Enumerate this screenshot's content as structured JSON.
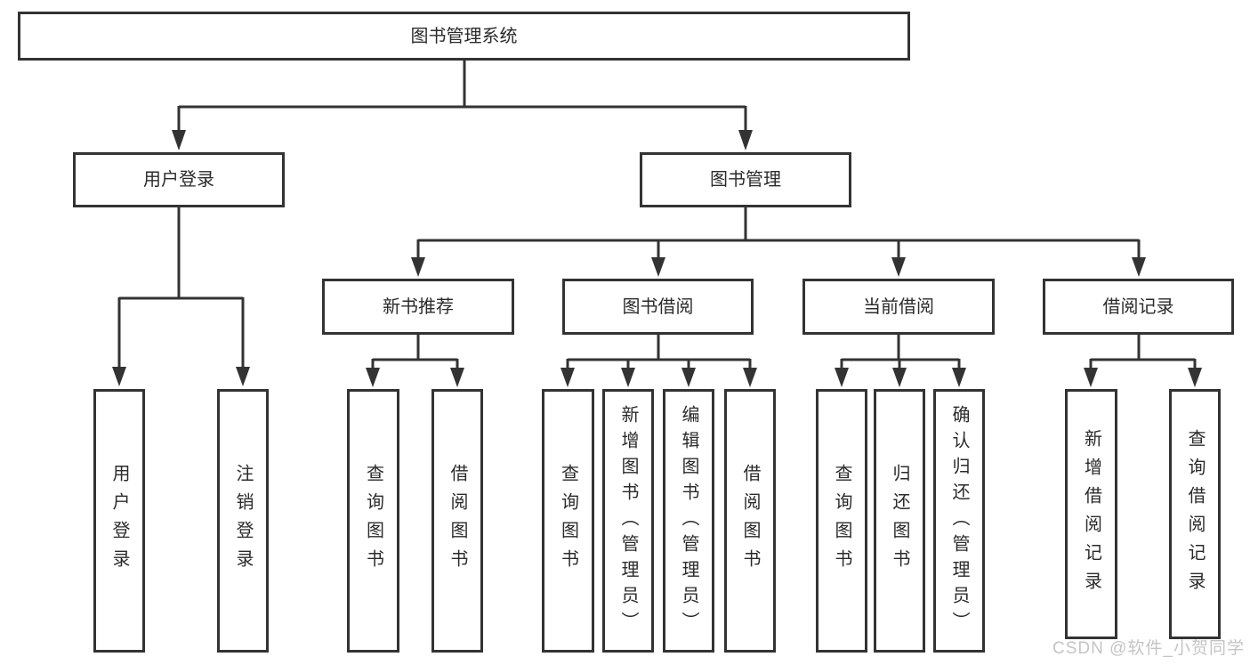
{
  "tree": {
    "root": {
      "label": "图书管理系统"
    },
    "branches": [
      {
        "label": "用户登录",
        "children": [
          {
            "label": "用户登录"
          },
          {
            "label": "注销登录"
          }
        ]
      },
      {
        "label": "图书管理",
        "groups": [
          {
            "label": "新书推荐",
            "children": [
              {
                "label": "查询图书"
              },
              {
                "label": "借阅图书"
              }
            ]
          },
          {
            "label": "图书借阅",
            "children": [
              {
                "label": "查询图书"
              },
              {
                "label": "新增图书（管理员）"
              },
              {
                "label": "编辑图书（管理员）"
              },
              {
                "label": "借阅图书"
              }
            ]
          },
          {
            "label": "当前借阅",
            "children": [
              {
                "label": "查询图书"
              },
              {
                "label": "归还图书"
              },
              {
                "label": "确认归还（管理员）"
              }
            ]
          },
          {
            "label": "借阅记录",
            "children": [
              {
                "label": "新增借阅记录"
              },
              {
                "label": "查询借阅记录"
              }
            ]
          }
        ]
      }
    ]
  },
  "watermark": "CSDN @软件_小贺同学",
  "colors": {
    "line": "#333333",
    "text": "#2b2b2b",
    "background": "#ffffff",
    "watermark": "#c4c4c4"
  }
}
